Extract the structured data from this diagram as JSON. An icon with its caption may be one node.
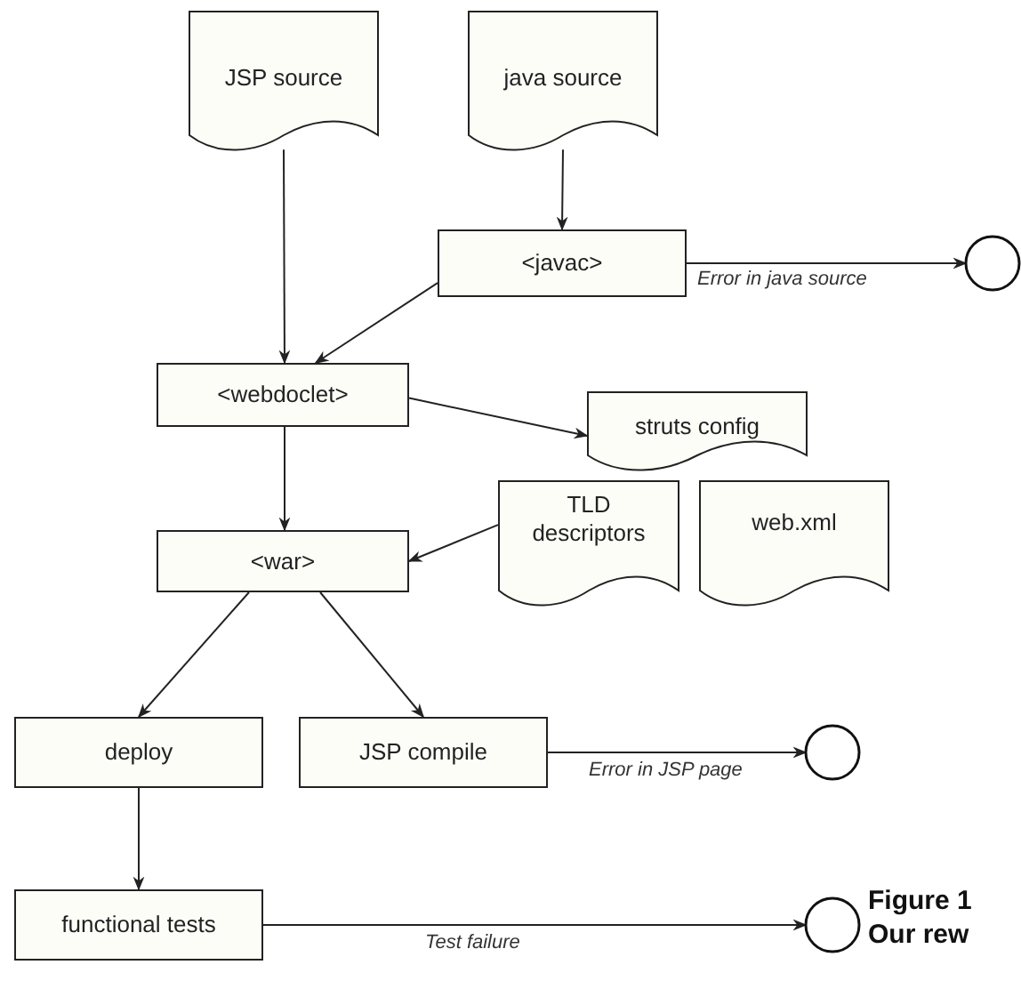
{
  "diagram": {
    "caption": "Figure 1 Our rew",
    "nodes": [
      {
        "text": [
          "JSP source"
        ]
      },
      {
        "text": [
          "java source"
        ]
      },
      {
        "text": [
          "<javac>"
        ]
      },
      {
        "text": [],
        "shape": "circle"
      },
      {
        "text": [
          "<webdoclet>"
        ]
      },
      {
        "text": [
          "struts config"
        ]
      },
      {
        "text": [
          "TLD descriptors"
        ]
      },
      {
        "text": [
          "web.xml"
        ]
      },
      {
        "text": [
          "<war>"
        ]
      },
      {
        "text": [
          "deploy"
        ]
      },
      {
        "text": [
          "JSP compile"
        ]
      },
      {
        "text": [],
        "shape": "circle"
      },
      {
        "text": [
          "functional tests"
        ]
      },
      {
        "text": [],
        "shape": "circle"
      }
    ],
    "edges": [
      {
        "from": 0,
        "to": 4,
        "arrow": "to"
      },
      {
        "from": 1,
        "to": 2,
        "arrow": "to"
      },
      {
        "from": 2,
        "to": 3,
        "arrow": "to",
        "label": "Error in java source"
      },
      {
        "from": 2,
        "to": 4,
        "arrow": "to"
      },
      {
        "from": 4,
        "to": 8,
        "arrow": "to"
      },
      {
        "from": 4,
        "to": 5,
        "arrow": "to"
      },
      {
        "from": 6,
        "to": 8,
        "arrow": "to"
      },
      {
        "from": 8,
        "to": 9,
        "arrow": "to"
      },
      {
        "from": 8,
        "to": 10,
        "arrow": "to"
      },
      {
        "from": 10,
        "to": 11,
        "arrow": "to",
        "label": "Error in JSP page"
      },
      {
        "from": 9,
        "to": 12,
        "arrow": "to"
      },
      {
        "from": 12,
        "to": 13,
        "arrow": "to",
        "label": "Test failure"
      }
    ]
  }
}
